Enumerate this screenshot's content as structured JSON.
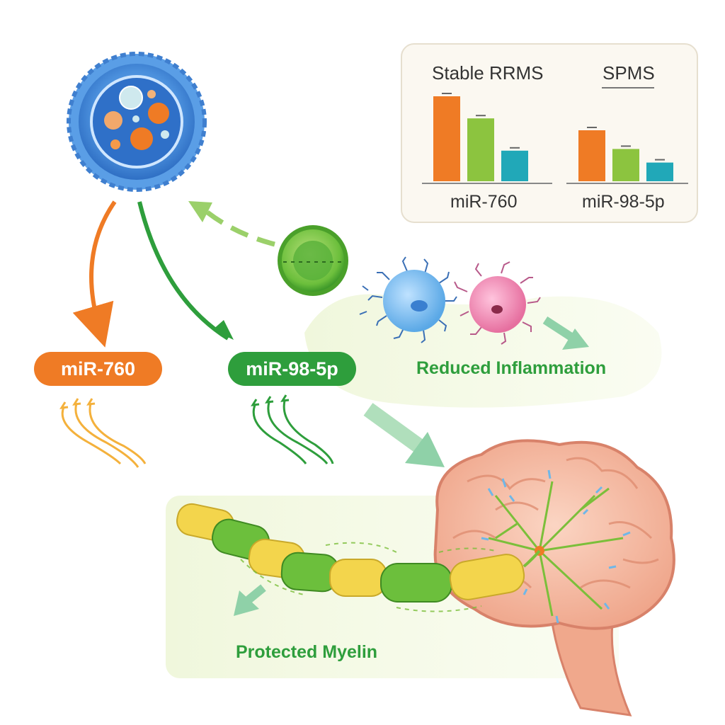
{
  "chart_data": [
    {
      "type": "bar",
      "title": "Stable RRMS",
      "xlabel": "miR-760",
      "series_colors": [
        "#ef7b25",
        "#8cc43f",
        "#21a8b8"
      ],
      "values": [
        1.0,
        0.74,
        0.36
      ]
    },
    {
      "type": "bar",
      "title": "SPMS",
      "xlabel": "miR-98-5p",
      "series_colors": [
        "#ef7b25",
        "#8cc43f",
        "#21a8b8"
      ],
      "values": [
        0.6,
        0.38,
        0.22
      ]
    }
  ],
  "labels": {
    "mir760": "miR-760",
    "mir98": "miR-98-5p",
    "reduced_inflammation": "Reduced Inflammation",
    "protected_myelin": "Protected Myelin"
  },
  "colors": {
    "orange": "#ef7b25",
    "green": "#2e9e3c",
    "light_green": "#8cc43f",
    "teal": "#21a8b8",
    "vesicle_blue": "#4a8fdc",
    "immune_pink": "#ec7aa8"
  }
}
